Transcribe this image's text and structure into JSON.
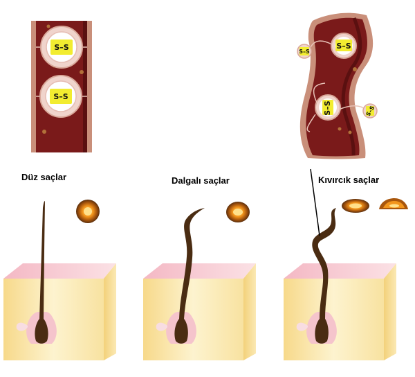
{
  "labels": {
    "straight": "Düz saçlar",
    "wavy": "Dalgalı saçlar",
    "curly": "Kıvırcık saçlar"
  },
  "bond_label": "S–S",
  "colors": {
    "hair_shaft": "#4a2c12",
    "strand_fill": "#7a1a1a",
    "strand_border": "#c98f7a",
    "bond_box": "#f2ec30",
    "skin_front": "#fbe7a8",
    "skin_top": "#f6c8d0",
    "cross_section": "#e58a12"
  }
}
